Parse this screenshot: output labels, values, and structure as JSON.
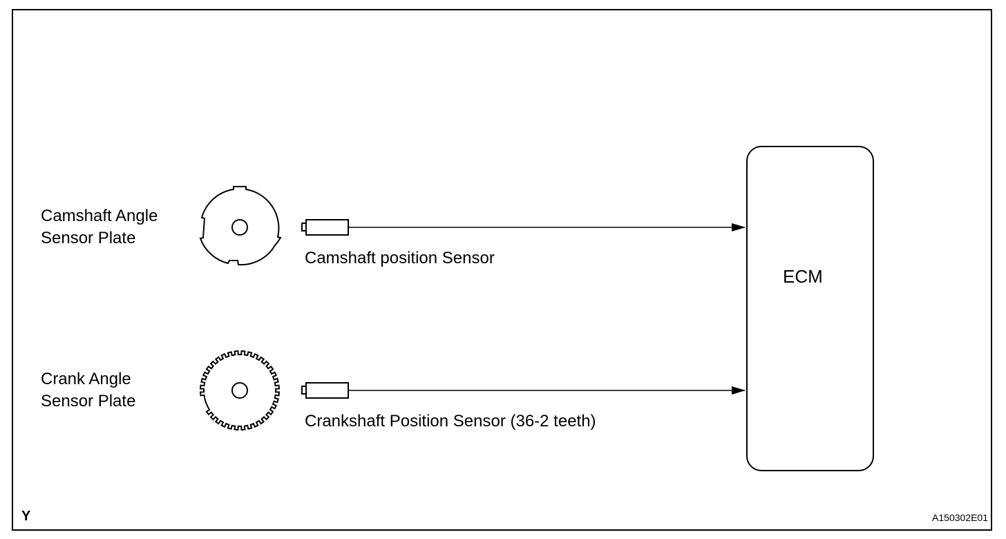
{
  "labels": {
    "camshaft_plate": "Camshaft Angle\nSensor Plate",
    "crank_plate": "Crank Angle\nSensor Plate",
    "camshaft_sensor": "Camshaft position Sensor",
    "crankshaft_sensor": "Crankshaft Position Sensor (36-2 teeth)",
    "ecm": "ECM",
    "corner_mark": "Y",
    "figure_id": "A150302E01"
  },
  "crank_plate_teeth": {
    "total": 36,
    "missing": 2
  },
  "colors": {
    "line": "#000000",
    "background": "#ffffff"
  }
}
